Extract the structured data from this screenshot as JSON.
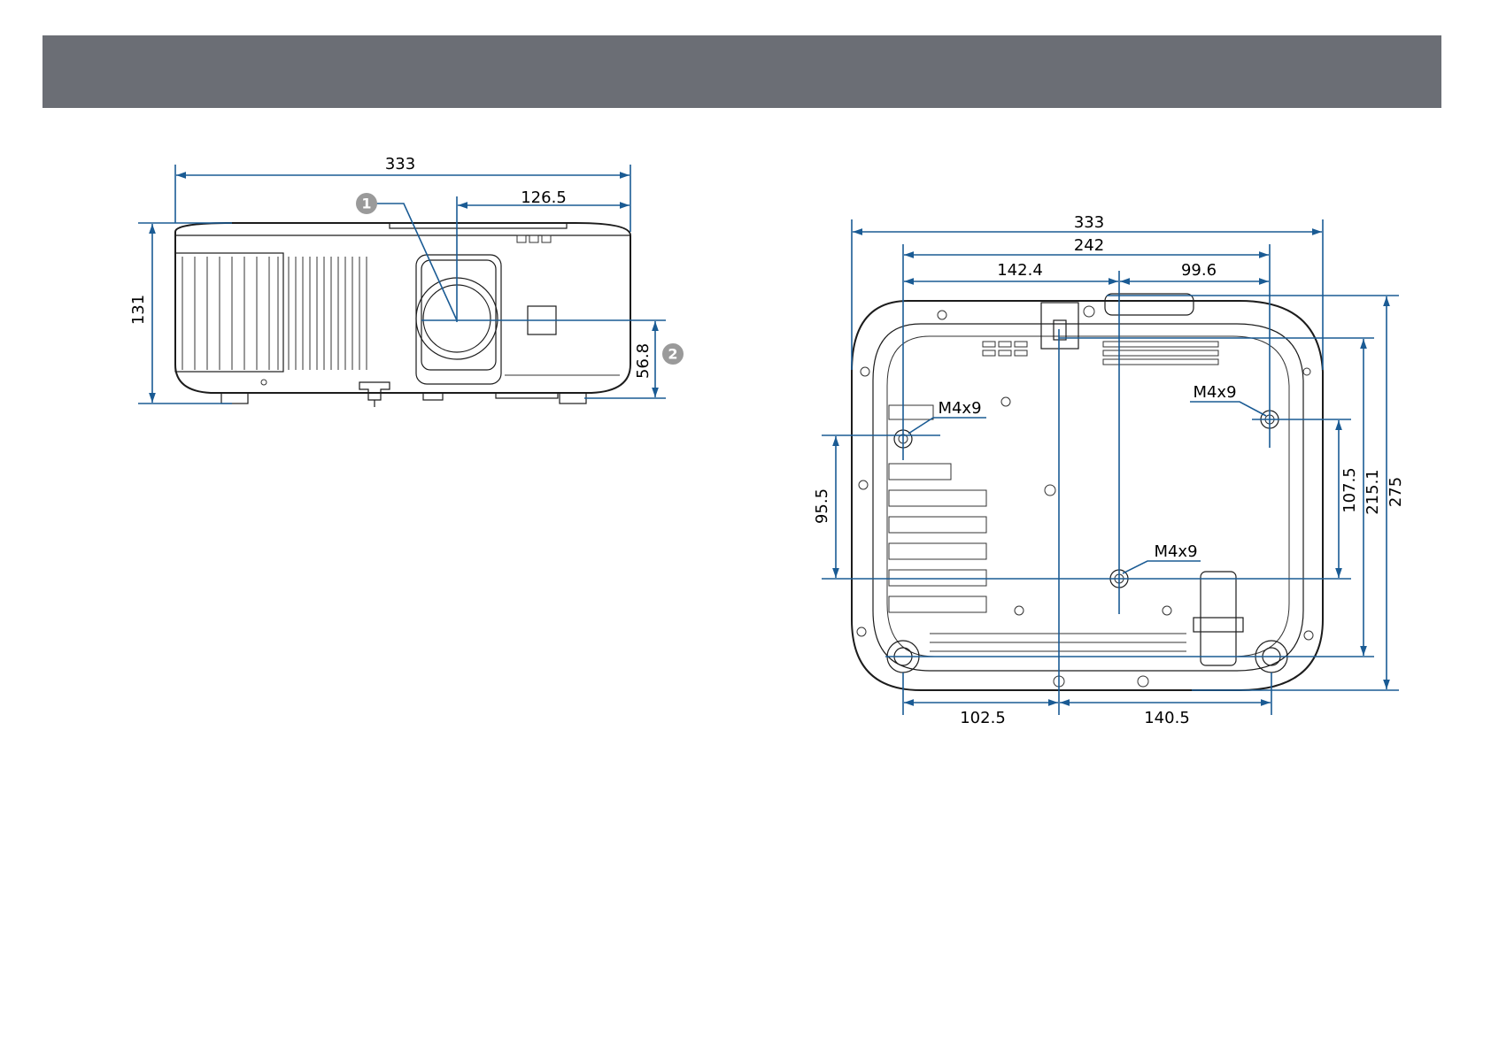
{
  "colors": {
    "header_bar": "#6b6e75",
    "dimension_line": "#1a5b94",
    "callout_marker": "#9a9a9a",
    "outline": "#1c1c1c"
  },
  "front_view": {
    "width": "333",
    "lens_offset": "126.5",
    "height": "131",
    "lens_height": "56.8",
    "callouts": [
      "1",
      "2"
    ]
  },
  "bottom_view": {
    "width": "333",
    "hole_span": "242",
    "hole_left_offset": "142.4",
    "hole_right_offset": "99.6",
    "depth": "275",
    "depth_inner": "215.1",
    "hole_depth_right": "107.5",
    "hole_depth_left": "95.5",
    "front_left": "102.5",
    "front_right": "140.5",
    "screw_label_left": "M4x9",
    "screw_label_right": "M4x9",
    "screw_label_center": "M4x9"
  }
}
